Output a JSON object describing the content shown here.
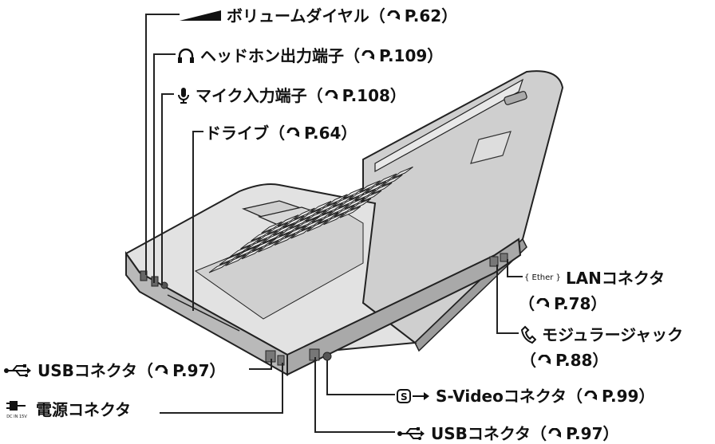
{
  "callouts": {
    "volume": {
      "text": "ボリュームダイヤル（",
      "page": "P.62）"
    },
    "headphone": {
      "text": "ヘッドホン出力端子（",
      "page": "P.109）"
    },
    "mic": {
      "text": "マイク入力端子（",
      "page": "P.108）"
    },
    "drive": {
      "text": "ドライブ（",
      "page": "P.64）"
    },
    "lan": {
      "badge": "{ Ether }",
      "text": "LANコネクタ",
      "ref_open": "（",
      "page": "P.78）"
    },
    "modular": {
      "text": "モジュラージャック",
      "ref_open": "（",
      "page": "P.88）"
    },
    "usb_left": {
      "text": "USBコネクタ（",
      "page": "P.97）"
    },
    "power": {
      "text": "電源コネクタ",
      "icon_caption": "DC IN 15V"
    },
    "svideo": {
      "text": "S-Videoコネクタ（",
      "page": "P.99）"
    },
    "usb_bottom": {
      "text": "USBコネクタ（",
      "page": "P.97）"
    }
  },
  "colors": {
    "ink": "#111111",
    "lines": "#222222",
    "body_fill": "#d8d8d8",
    "shade": "#a8a8a8",
    "lid_fill": "#cfcfcf"
  },
  "icons": [
    "volume-wedge-icon",
    "headphone-icon",
    "microphone-icon",
    "usb-icon",
    "power-plug-icon",
    "s-video-icon",
    "phone-handset-icon",
    "reference-arrow-icon"
  ]
}
